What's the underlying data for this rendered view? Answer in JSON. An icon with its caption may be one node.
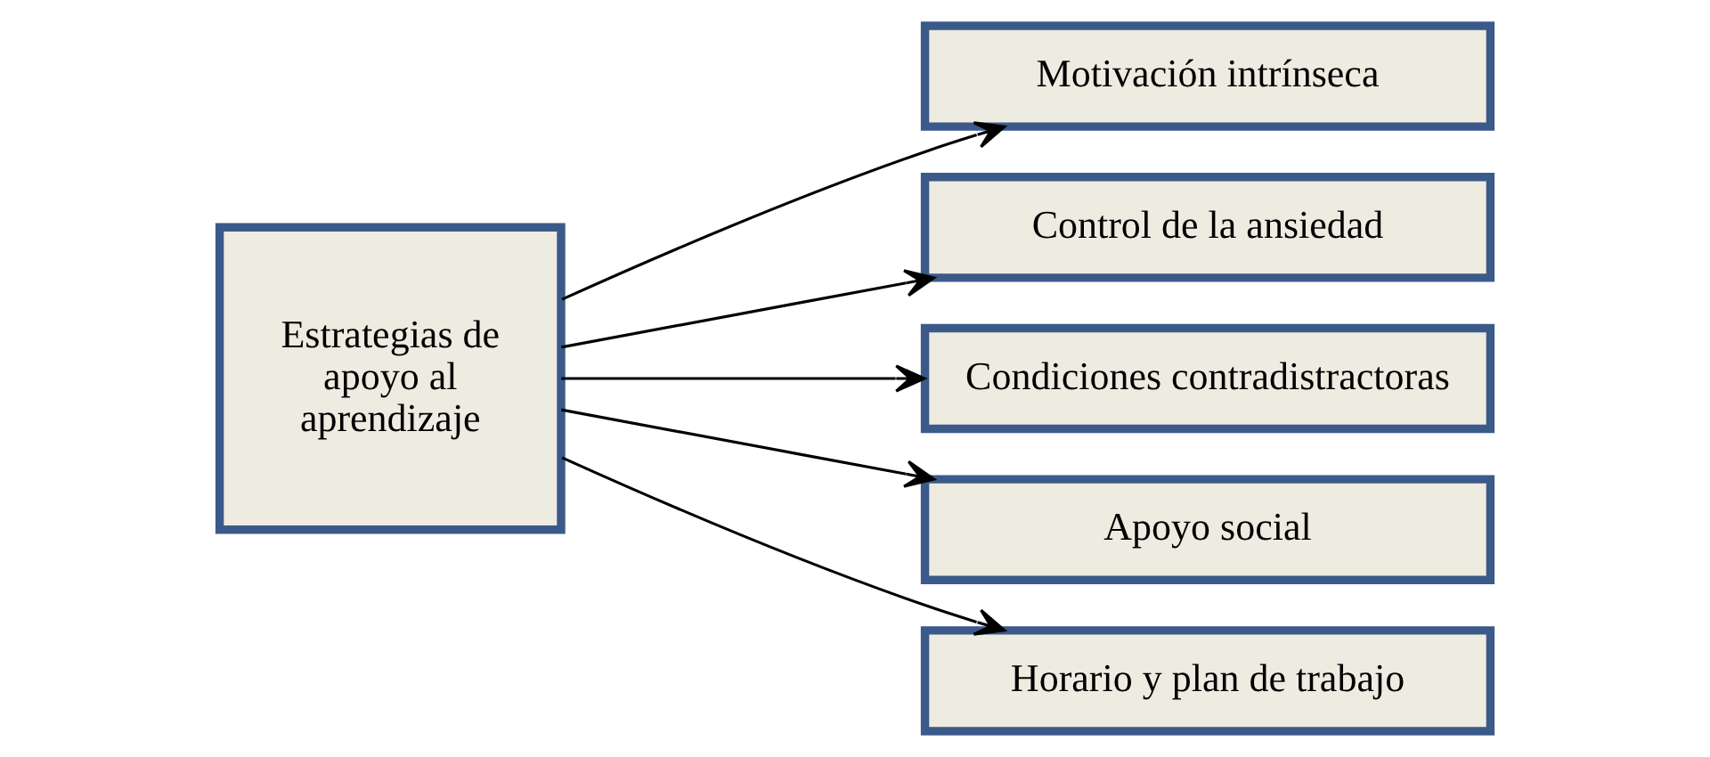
{
  "diagram": {
    "nodes": [
      {
        "text": [
          "Estrategias de apoyo al aprendizaje"
        ]
      },
      {
        "text": [
          "Motivación intrínseca"
        ]
      },
      {
        "text": [
          "Control de la ansiedad"
        ]
      },
      {
        "text": [
          "Condiciones contradistractoras"
        ]
      },
      {
        "text": [
          "Apoyo social"
        ]
      },
      {
        "text": [
          "Horario y plan de trabajo"
        ]
      }
    ],
    "edges": [
      {
        "from": 0,
        "to": 1,
        "arrow": "to"
      },
      {
        "from": 0,
        "to": 2,
        "arrow": "to"
      },
      {
        "from": 0,
        "to": 3,
        "arrow": "to"
      },
      {
        "from": 0,
        "to": 4,
        "arrow": "to"
      },
      {
        "from": 0,
        "to": 5,
        "arrow": "to"
      }
    ]
  }
}
